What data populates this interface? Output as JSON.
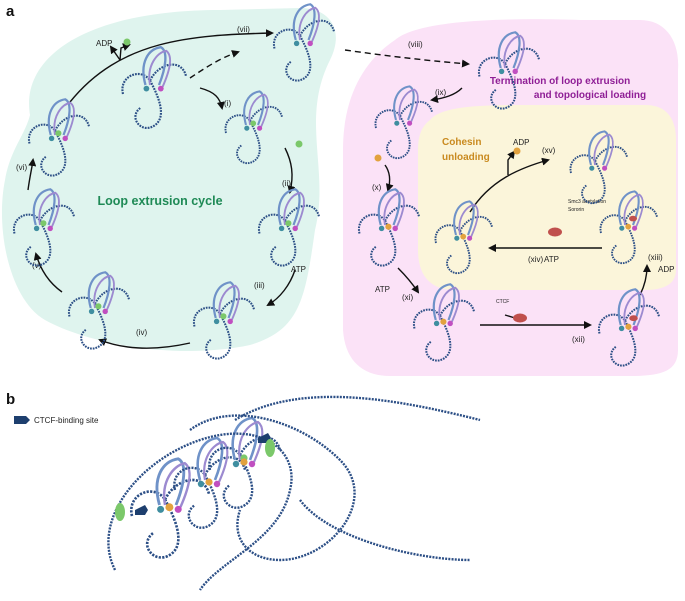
{
  "panels": {
    "a": "a",
    "b": "b"
  },
  "cycle": {
    "title": "Loop extrusion cycle",
    "steps": [
      "(i)",
      "(ii)",
      "(iii)",
      "(iv)",
      "(v)",
      "(vi)",
      "(vii)"
    ],
    "adp": "ADP",
    "atp": "ATP"
  },
  "termination": {
    "title_line1": "Termination of loop extrusion",
    "title_line2": "and topological loading",
    "steps": [
      "(viii)",
      "(ix)",
      "(x)",
      "(xi)",
      "(xii)",
      "(xiii)"
    ],
    "atp_xi": "ATP",
    "adp_xiii": "ADP",
    "ctcf": "CTCF"
  },
  "unloading": {
    "title_line1": "Cohesin",
    "title_line2": "unloading",
    "steps": [
      "(xiv)",
      "(xv)"
    ],
    "adp": "ADP",
    "atp": "ATP",
    "label_line1": "Smc3 acetylation",
    "label_line2": "Sororin"
  },
  "panel_b": {
    "legend": "CTCF-binding site"
  },
  "colors": {
    "cycle_bg": "#dff4ee",
    "termination_bg": "#fbe2f7",
    "unloading_bg": "#fbf5da",
    "cycle_title": "#1f8a56",
    "termination_title": "#8f1f96",
    "unloading_title": "#c98a1f",
    "dna": "#2c4f86",
    "smc_blue": "#6f92c8",
    "smc_lilac": "#9c8ad0",
    "kleisin": "#c04fc0",
    "green": "#7bc86a",
    "orange": "#e2a23e",
    "teal": "#3f8ea0",
    "red": "#c0504d"
  }
}
